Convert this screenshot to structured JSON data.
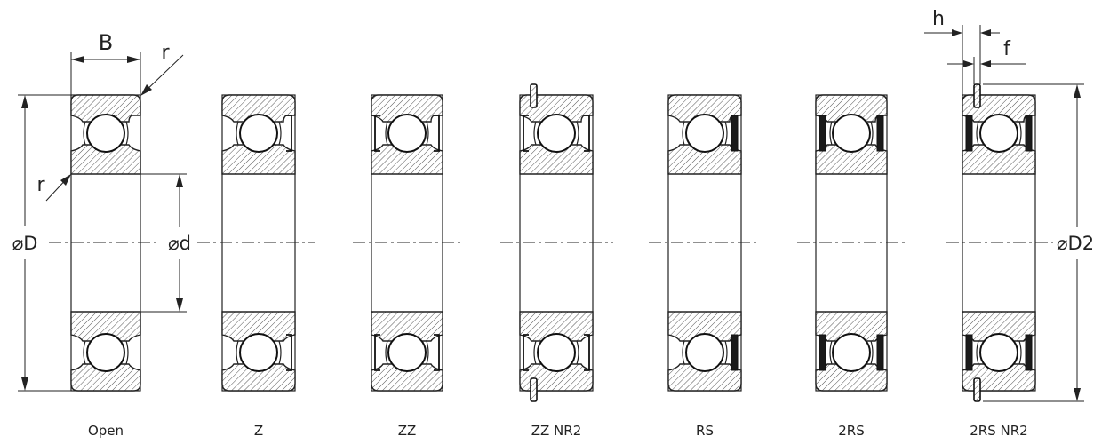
{
  "types": [
    "Open",
    "Z",
    "ZZ",
    "ZZ NR2",
    "RS",
    "2RS",
    "2RS NR2"
  ],
  "dimensions": {
    "width": "B",
    "radius": "r",
    "outer_diameter": "⌀D",
    "bore_diameter": "⌀d",
    "snap_ring_diameter": "⌀D2",
    "snap_ring_groove_width": "h",
    "snap_ring_thickness": "f"
  }
}
